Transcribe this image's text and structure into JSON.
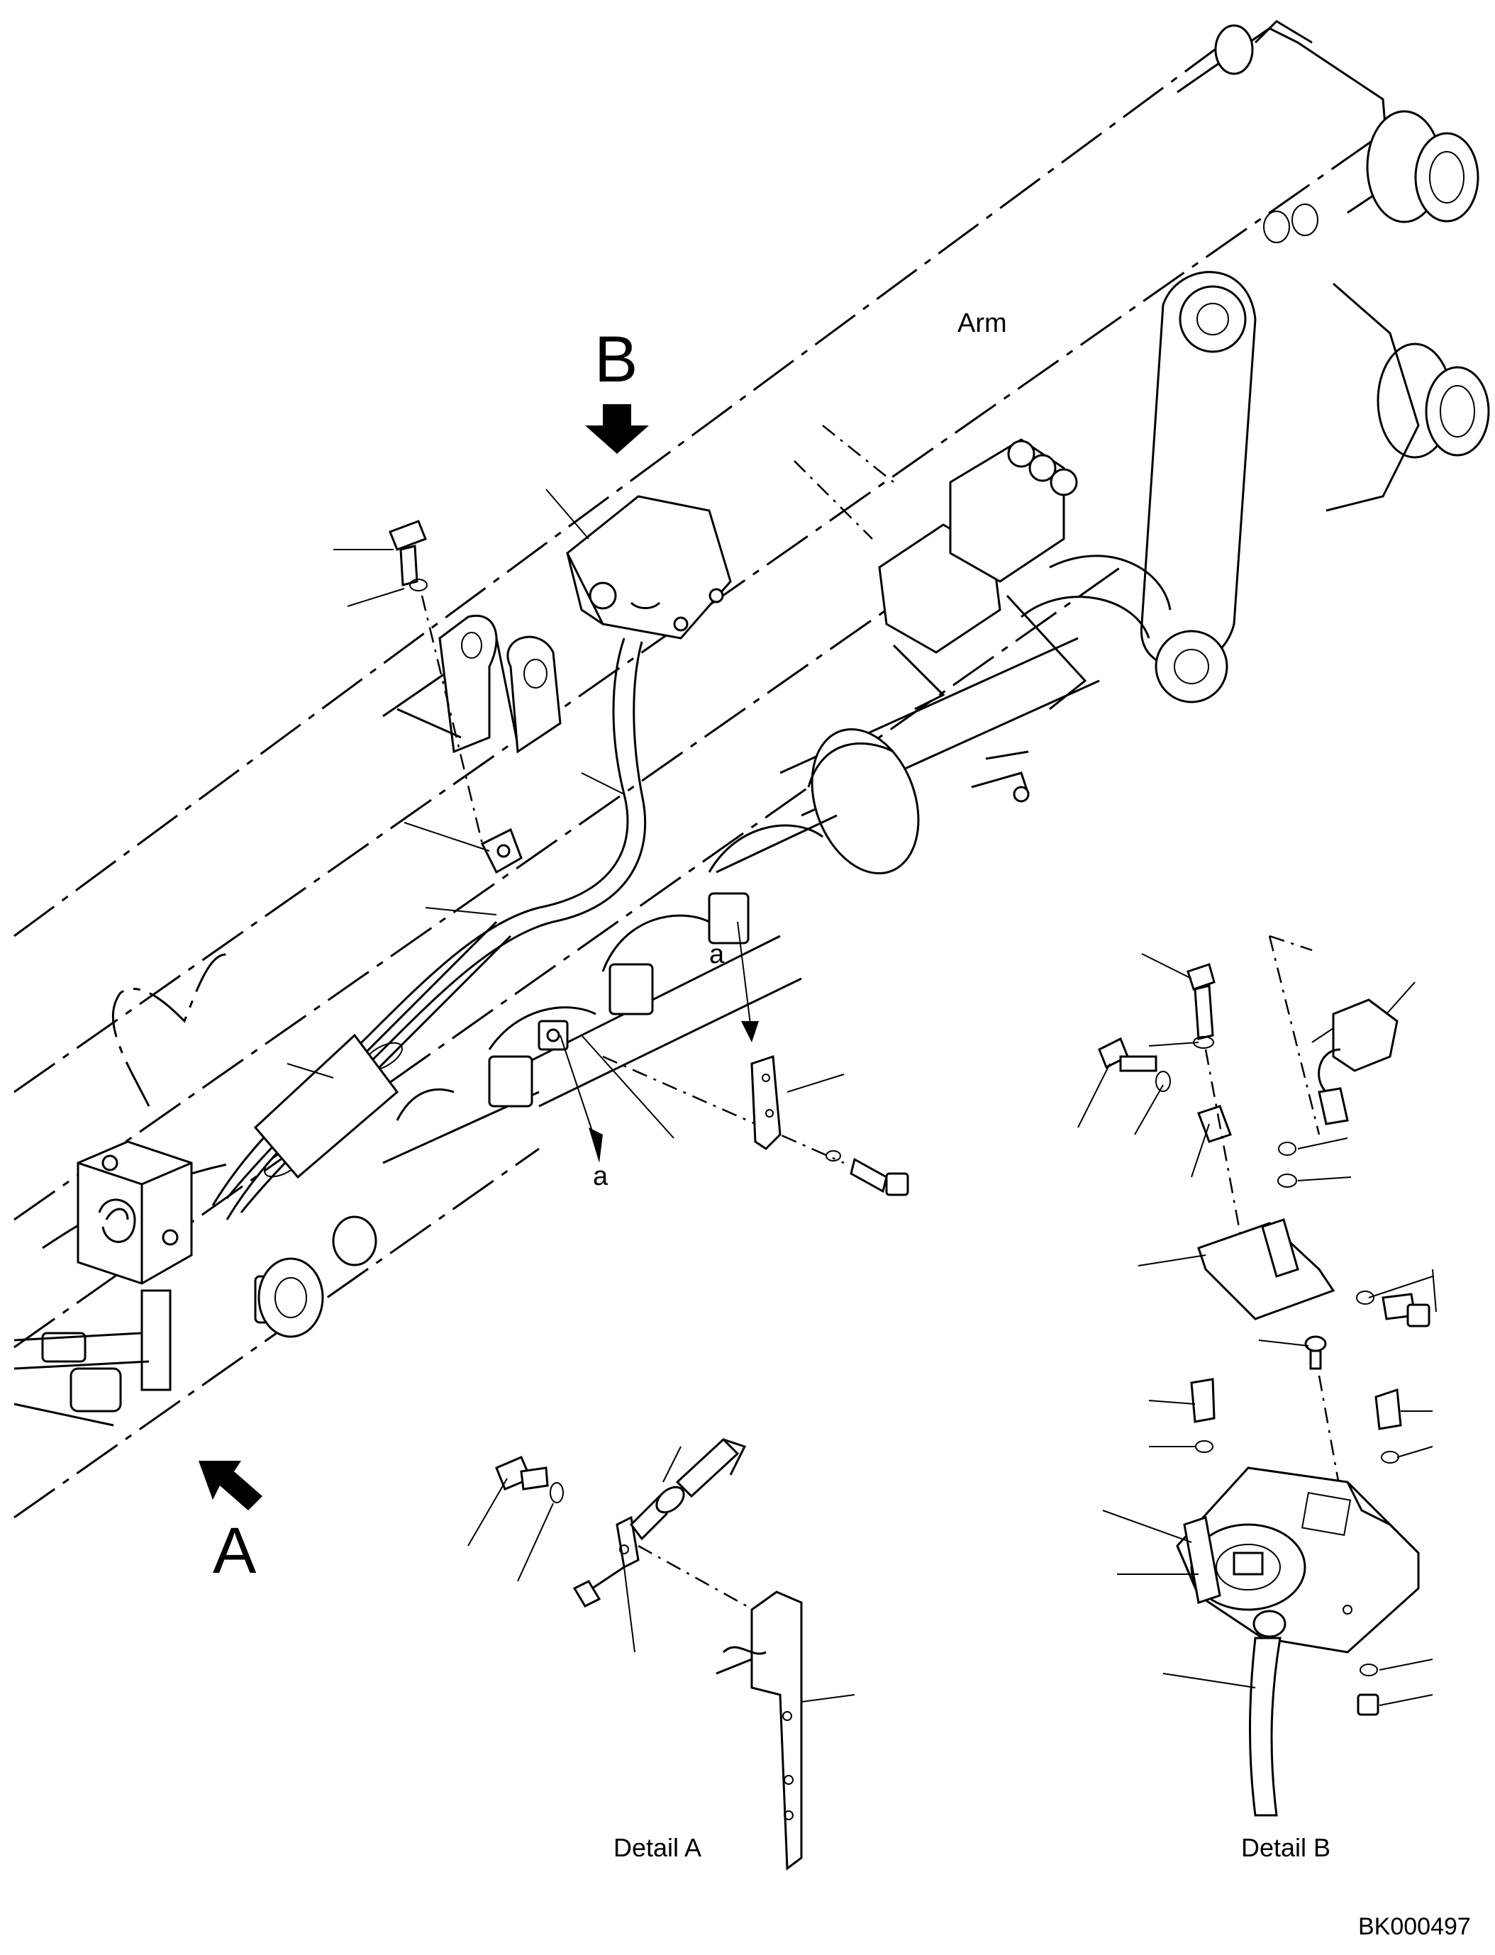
{
  "labels": {
    "arm": "Arm",
    "view_a": "A",
    "view_b": "B",
    "section_a_top": "a",
    "section_a_bottom": "a",
    "detail_a": "Detail A",
    "detail_b": "Detail B",
    "drawing_code": "BK000497"
  }
}
